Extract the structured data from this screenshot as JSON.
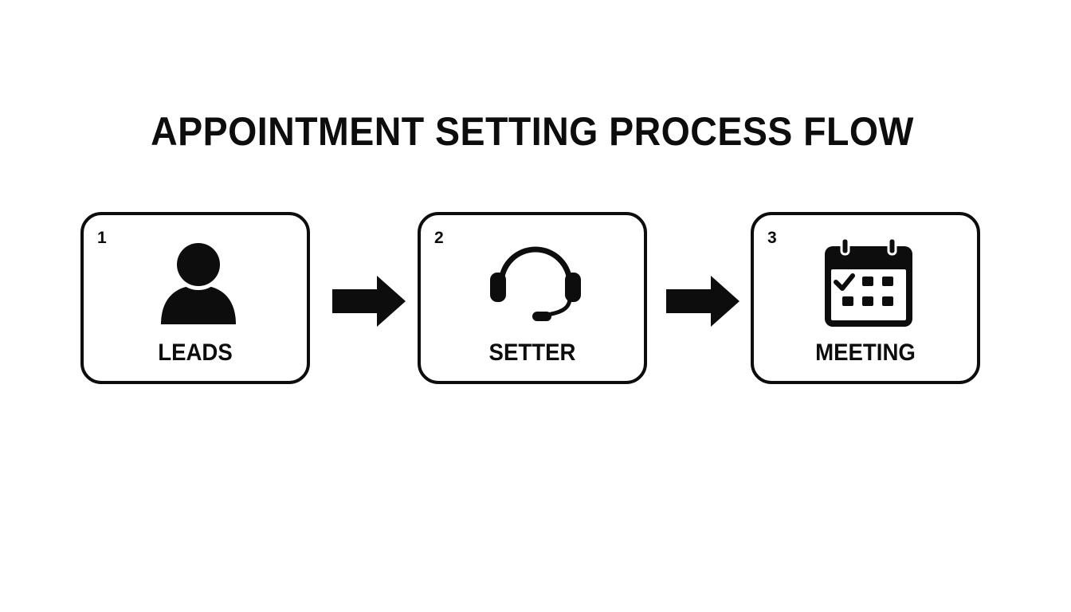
{
  "title": "APPOINTMENT SETTING PROCESS FLOW",
  "steps": [
    {
      "number": "1",
      "label": "LEADS",
      "icon": "person-icon"
    },
    {
      "number": "2",
      "label": "SETTER",
      "icon": "headset-icon"
    },
    {
      "number": "3",
      "label": "MEETING",
      "icon": "calendar-icon"
    }
  ],
  "connectors": [
    {
      "from": "1",
      "to": "2",
      "icon": "arrow-right-icon"
    },
    {
      "from": "2",
      "to": "3",
      "icon": "arrow-right-icon"
    }
  ],
  "colors": {
    "ink": "#0d0d0d",
    "background": "#ffffff"
  }
}
